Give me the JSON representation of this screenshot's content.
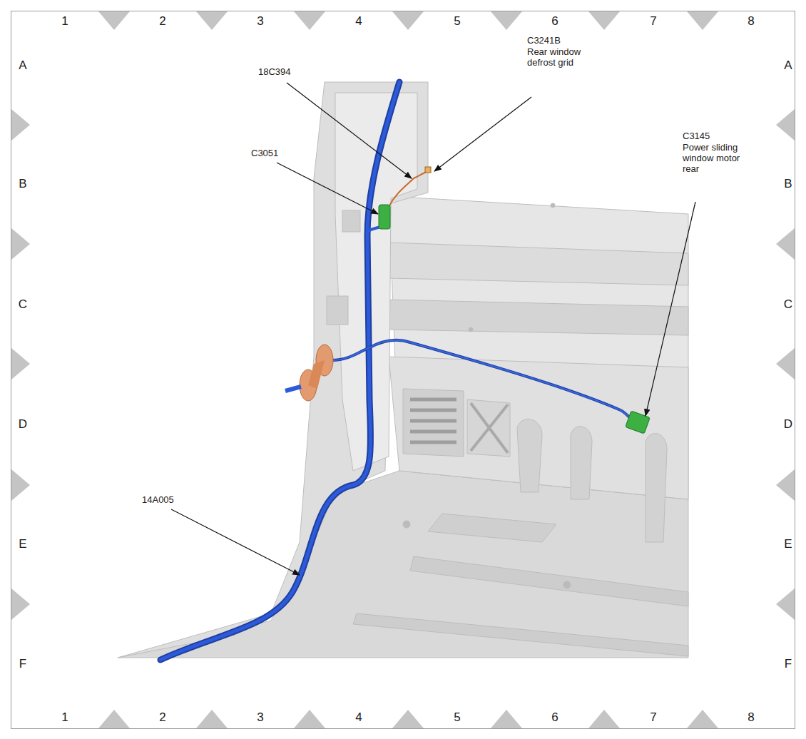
{
  "diagram": {
    "labels": [
      "1",
      "2",
      "3",
      "4",
      "5",
      "6",
      "7",
      "8",
      "A",
      "B",
      "C",
      "D",
      "E",
      "F",
      "A",
      "B",
      "C",
      "D",
      "E",
      "F",
      "1",
      "2",
      "3",
      "4",
      "5",
      "6",
      "7",
      "8",
      "18C394",
      "C3241B",
      "Rear window defrost grid",
      "C3051",
      "C3145",
      "Power sliding window motor rear",
      "14A005"
    ]
  }
}
